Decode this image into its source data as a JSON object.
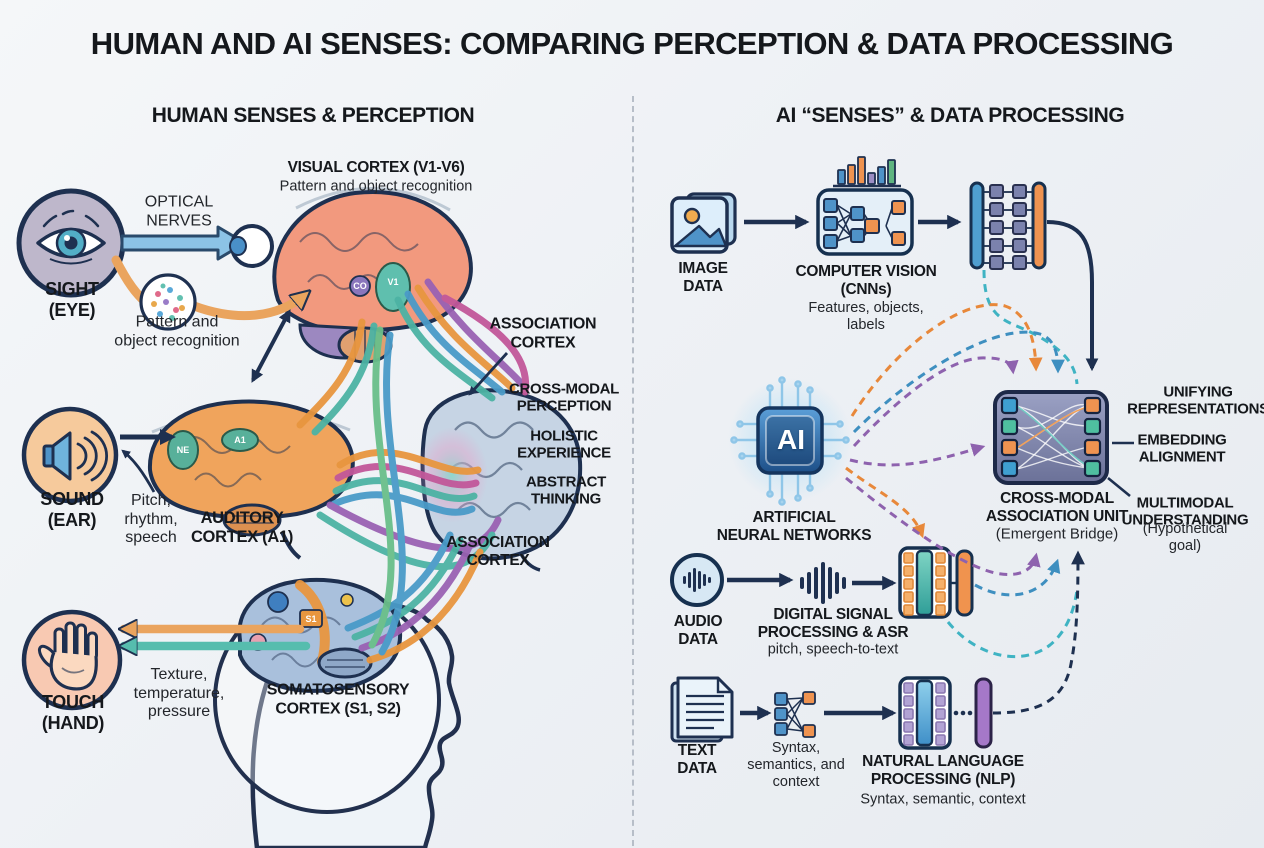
{
  "title": "HUMAN AND AI SENSES: COMPARING PERCEPTION & DATA PROCESSING",
  "human": {
    "header": "HUMAN SENSES & PERCEPTION",
    "sight": "SIGHT\n(EYE)",
    "optical_nerves": "OPTICAL\nNERVES",
    "pattern_recognition": "Pattern and\nobject recognition",
    "visual_cortex_title": "VISUAL CORTEX (V1-V6)",
    "visual_cortex_sub": "Pattern and object recognition",
    "association_upper": "ASSOCIATION\nCORTEX",
    "cross_modal_perception": "CROSS-MODAL\nPERCEPTION",
    "holistic_experience": "HOLISTIC\nEXPERIENCE",
    "abstract_thinking": "ABSTRACT\nTHINKING",
    "association_lower": "ASSOCIATION\nCORTEX",
    "sound": "SOUND\n(EAR)",
    "pitch_rhythm_speech": "Pitch,\nrhythm,\nspeech",
    "auditory_cortex": "AUDITORY\nCORTEX (A1)",
    "touch": "TOUCH\n(HAND)",
    "texture_temperature_pressure": "Texture,\ntemperature,\npressure",
    "somatosensory_cortex": "SOMATOSENSORY\nCORTEX (S1, S2)",
    "brain_tags": {
      "v1": "V1",
      "co": "CO",
      "ne": "NE",
      "a1": "A1",
      "s1": "S1"
    }
  },
  "ai": {
    "header": "AI “SENSES” & DATA PROCESSING",
    "chip_text": "AI",
    "image_data": "IMAGE\nDATA",
    "computer_vision_title": "COMPUTER VISION\n(CNNs)",
    "computer_vision_sub": "Features, objects,\nlabels",
    "ann_label": "ARTIFICIAL\nNEURAL NETWORKS",
    "audio_data": "AUDIO\nDATA",
    "dsp_title": "DIGITAL SIGNAL\nPROCESSING & ASR",
    "dsp_sub": "pitch, speech-to-text",
    "text_data": "TEXT\nDATA",
    "syntax_semantics": "Syntax,\nsemantics, and\ncontext",
    "nlp_title": "NATURAL LANGUAGE\nPROCESSING (NLP)",
    "nlp_sub": "Syntax, semantic, context",
    "cmau_title": "CROSS-MODAL\nASSOCIATION UNIT",
    "cmau_sub": "(Emergent Bridge)",
    "unifying": "UNIFYING\nREPRESENTATIONS",
    "embedding": "EMBEDDING\nALIGNMENT",
    "multimodal": "MULTIMODAL\nUNDERSTANDING",
    "multimodal_sub": "(Hypothetical goal)"
  },
  "colors": {
    "arrow_navy": "#1e3050",
    "dashed_orange": "#e8883a",
    "dashed_blue": "#3e8fc0",
    "dashed_teal": "#3fb3c3",
    "dashed_purple": "#8e62ae",
    "background": "#eef1f4"
  }
}
